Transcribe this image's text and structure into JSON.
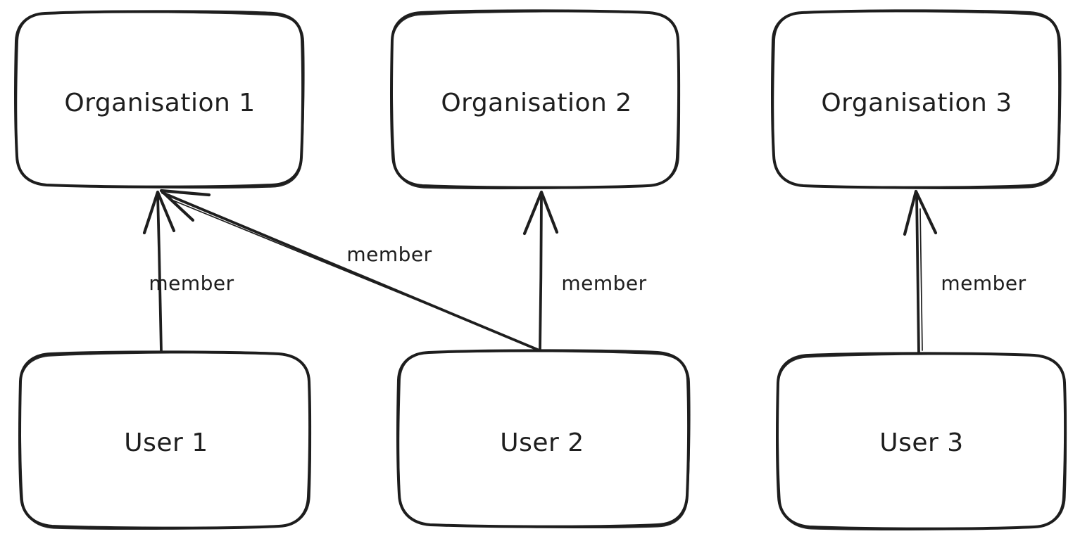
{
  "canvas": {
    "background_color": "#ffffff",
    "stroke_color": "#1e1e1e"
  },
  "diagram": {
    "nodes": [
      {
        "id": "organisation-1",
        "label": "Organisation 1"
      },
      {
        "id": "organisation-2",
        "label": "Organisation 2"
      },
      {
        "id": "organisation-3",
        "label": "Organisation 3"
      },
      {
        "id": "user-1",
        "label": "User 1"
      },
      {
        "id": "user-2",
        "label": "User 2"
      },
      {
        "id": "user-3",
        "label": "User 3"
      }
    ],
    "edges": [
      {
        "from": "User 1",
        "to": "Organisation 1",
        "label": "member"
      },
      {
        "from": "User 2",
        "to": "Organisation 1",
        "label": "member"
      },
      {
        "from": "User 2",
        "to": "Organisation 2",
        "label": "member"
      },
      {
        "from": "User 3",
        "to": "Organisation 3",
        "label": "member"
      }
    ]
  }
}
